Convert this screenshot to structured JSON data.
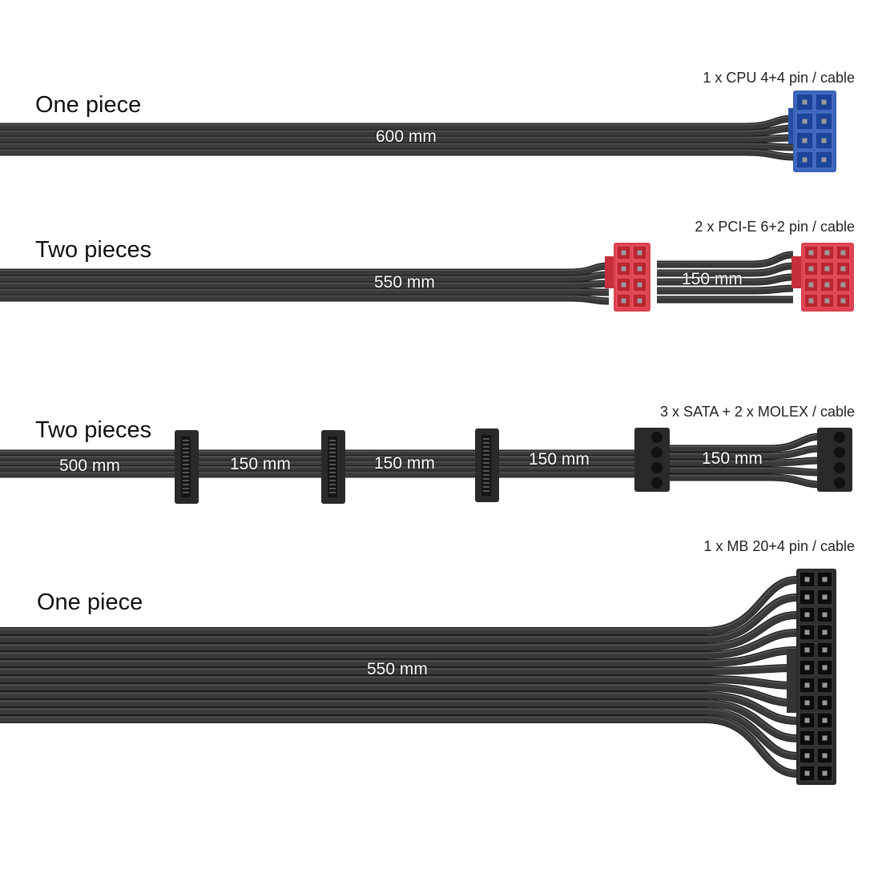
{
  "colors": {
    "cable": "#3a3a3a",
    "cable_dark": "#1e1e1e",
    "cable_highlight": "#5a5a5a",
    "cpu_connector": "#3a62b8",
    "pcie_connector": "#d9434f",
    "black_connector": "#2a2a2a",
    "pin": "#9a9a9a"
  },
  "cables": [
    {
      "title": "One piece",
      "caption": "1 x CPU 4+4 pin / cable",
      "lengths": [
        "600 mm"
      ],
      "connectors": [
        "cpu-4+4"
      ]
    },
    {
      "title": "Two pieces",
      "caption": "2 x PCI-E 6+2 pin / cable",
      "lengths": [
        "550 mm",
        "150 mm"
      ],
      "connectors": [
        "pcie-6+2",
        "pcie-6+2"
      ]
    },
    {
      "title": "Two pieces",
      "caption": "3 x  SATA + 2 x MOLEX / cable",
      "lengths": [
        "500 mm",
        "150 mm",
        "150 mm",
        "150 mm",
        "150 mm"
      ],
      "connectors": [
        "sata",
        "sata",
        "sata",
        "molex",
        "molex"
      ]
    },
    {
      "title": "One piece",
      "caption": "1 x MB 20+4 pin / cable",
      "lengths": [
        "550 mm"
      ],
      "connectors": [
        "mb-20+4"
      ]
    }
  ]
}
